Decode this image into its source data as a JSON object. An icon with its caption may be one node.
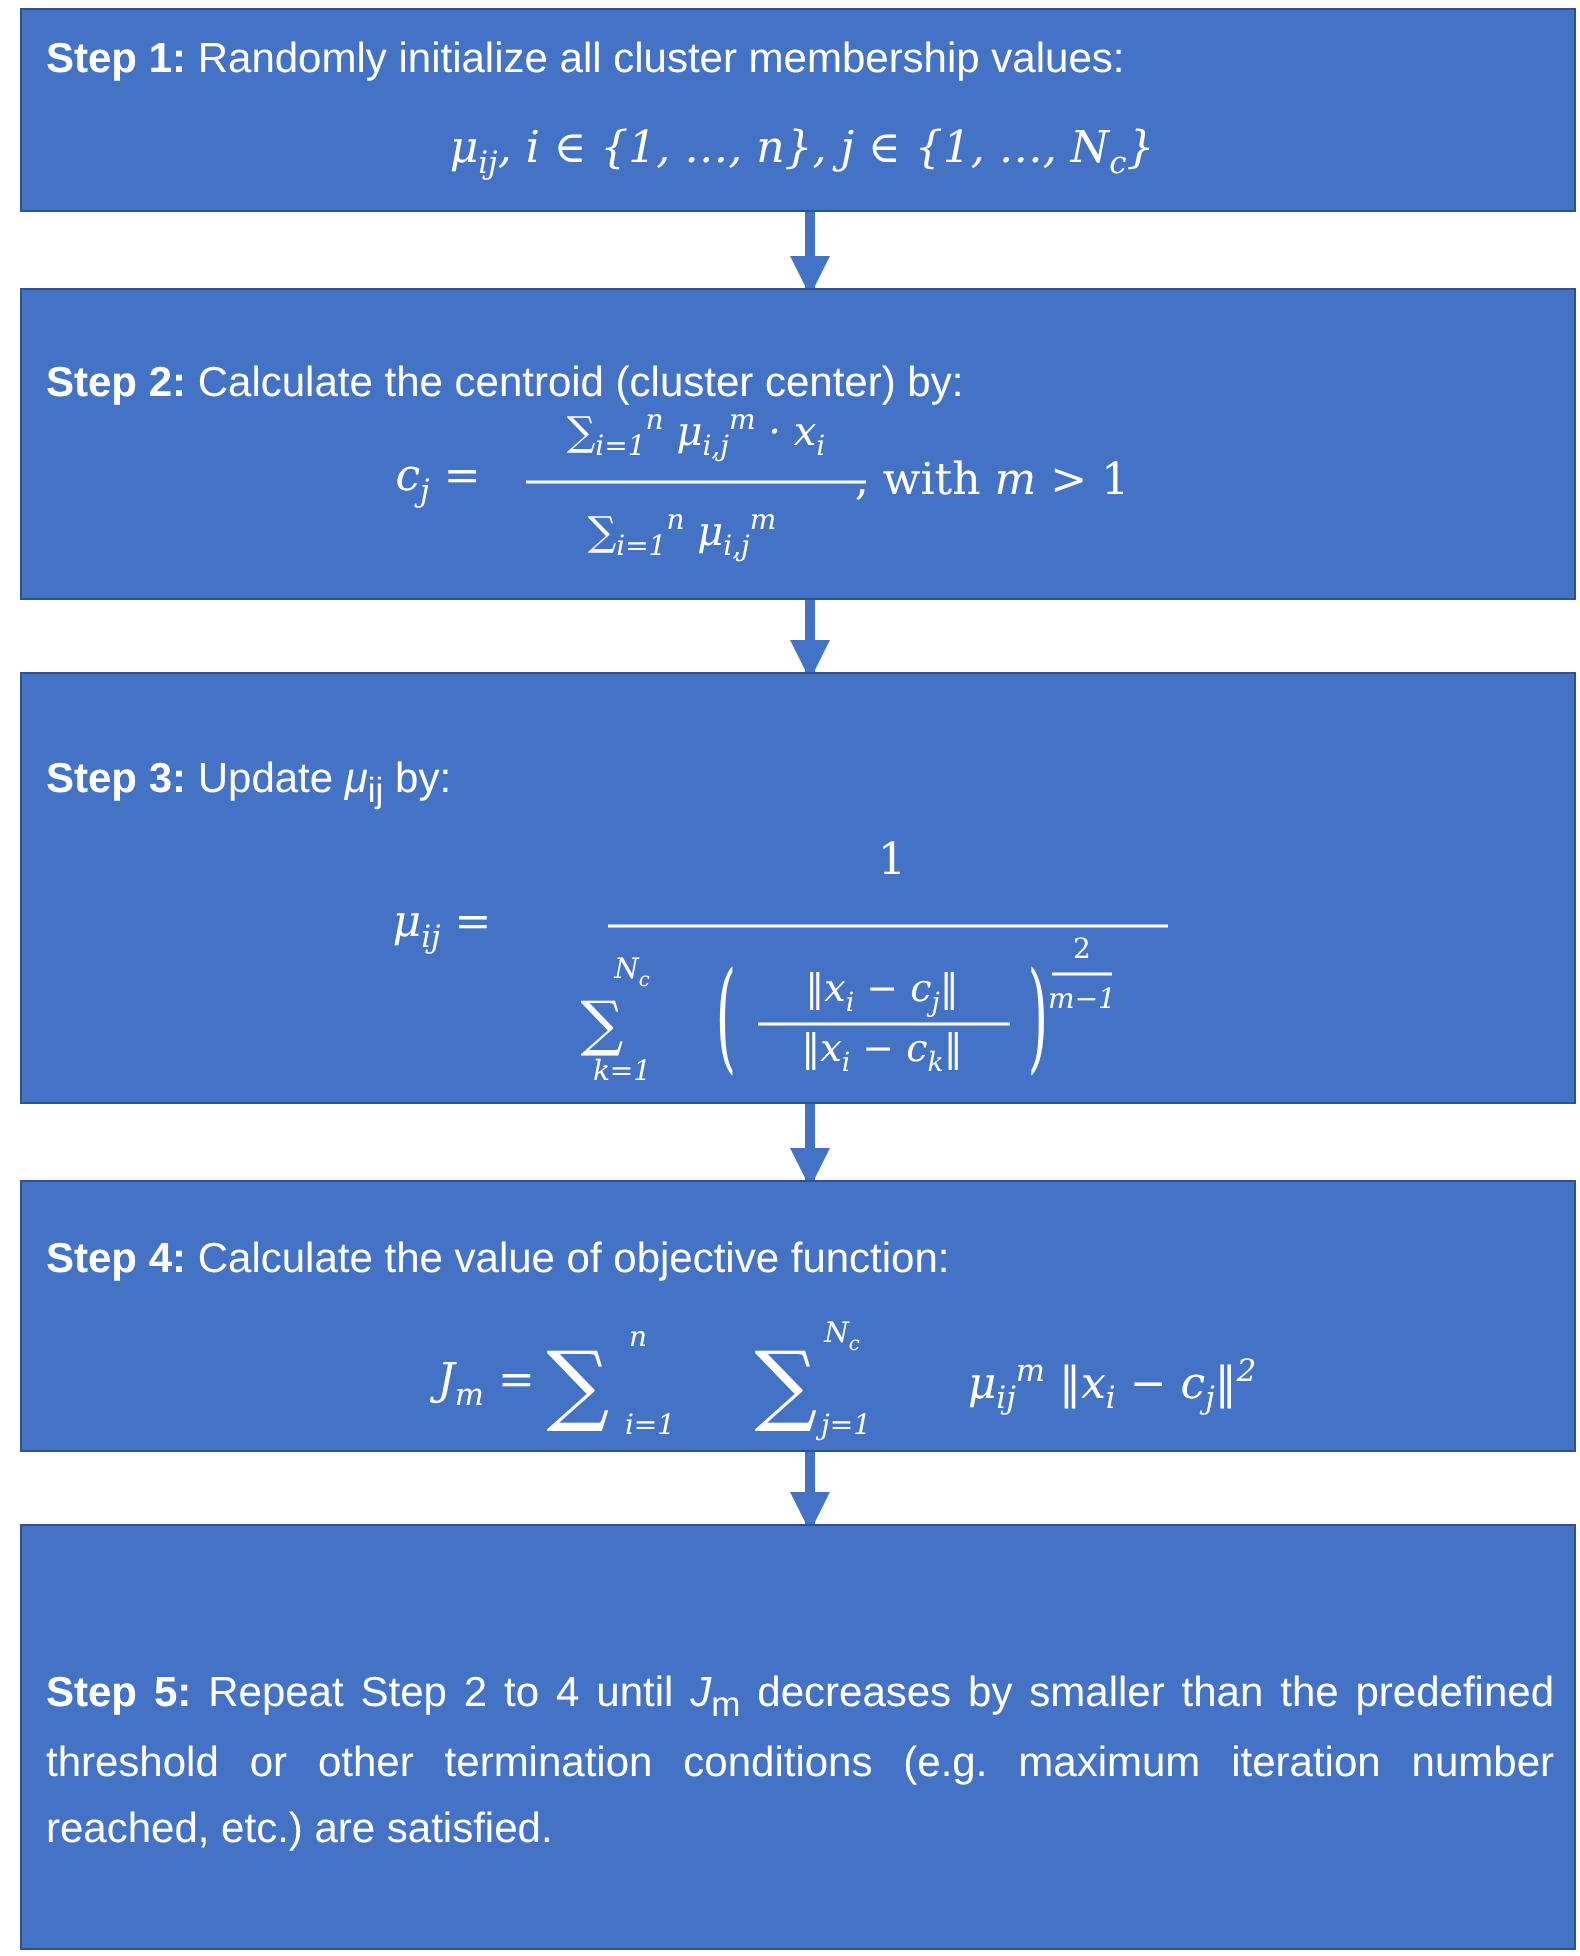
{
  "diagram": {
    "nodes": [
      {
        "text": [
          "**Step 1:** Randomly initialize all cluster membership values:",
          "μ$_{ij}$, i ∈ {1, …, n}, j ∈ {1, …, N$_{c}$}"
        ]
      },
      {
        "text": [
          "**Step 2:** Calculate the centroid (cluster center) by:",
          "c$_{j}$ =",
          "∑$_{i=1}$$^{n}$ μ$_{i,j}$$^{m}$ · x$_{i}$",
          "∑$_{i=1}$$^{n}$ μ$_{i,j}$$^{m}$",
          ", with *m* > 1"
        ]
      },
      {
        "text": [
          "**Step 3:** Update *μ*$_{ij}$ by:",
          "μ$_{ij}$ =",
          "1",
          "∑",
          "N$_{c}$",
          "k=1",
          "(",
          "‖x$_{i}$ − c$_{j}$‖",
          "‖x$_{i}$ − c$_{k}$‖",
          ")",
          "2",
          "m−1"
        ]
      },
      {
        "text": [
          "**Step 4:** Calculate the value of objective function:",
          "J$_{m}$ =",
          "∑",
          "n",
          "i=1",
          "∑",
          "N$_{c}$",
          "j=1",
          "μ$_{ij}$$^{m}$ ‖x$_{i}$ − c$_{j}$‖$^{2}$"
        ]
      },
      {
        "text": [
          "**Step 5:** Repeat Step 2 to 4 until *J*$_{m}$ decreases by smaller than the predefined threshold or other termination conditions (e.g. maximum iteration number reached, etc.) are satisfied."
        ]
      }
    ],
    "edges": [
      {
        "from": 0,
        "to": 1,
        "arrow": "to"
      },
      {
        "from": 1,
        "to": 2,
        "arrow": "to"
      },
      {
        "from": 2,
        "to": 3,
        "arrow": "to"
      },
      {
        "from": 3,
        "to": 4,
        "arrow": "to"
      }
    ]
  }
}
